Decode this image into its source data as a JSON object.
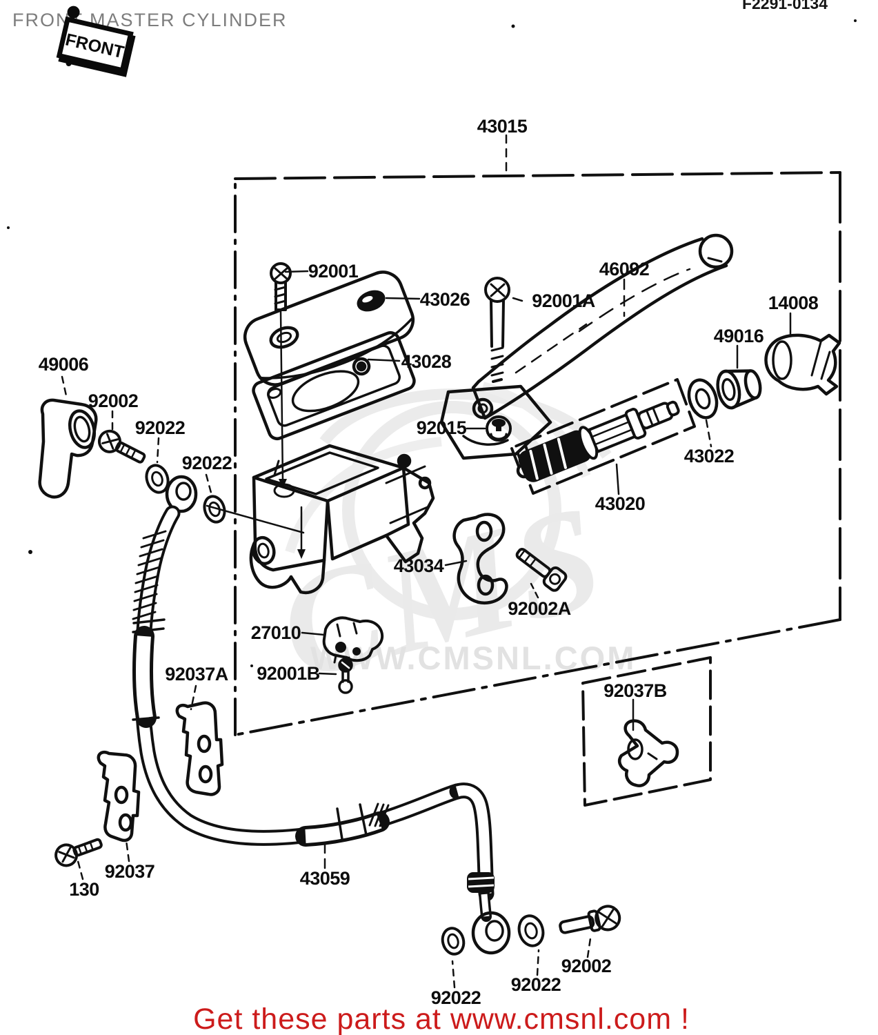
{
  "page": {
    "title": "FRONT MASTER CYLINDER",
    "doc_code": "F2291-0134",
    "front_stamp": "FRONT"
  },
  "watermark": {
    "text": "WWW.CMSNL.COM",
    "logo_initials": "CMS",
    "color": "#e4e4e4"
  },
  "footer": {
    "text": "Get these parts at www.cmsnl.com !",
    "color": "#cc1b1b"
  },
  "colors": {
    "line": "#101010",
    "title_gray": "#7d7d7d",
    "background": "#ffffff"
  },
  "labels": [
    {
      "text": "43015"
    },
    {
      "text": "92001"
    },
    {
      "text": "43026"
    },
    {
      "text": "92001A"
    },
    {
      "text": "43028"
    },
    {
      "text": "46092"
    },
    {
      "text": "14008"
    },
    {
      "text": "49016"
    },
    {
      "text": "92015"
    },
    {
      "text": "43022"
    },
    {
      "text": "43020"
    },
    {
      "text": "49006"
    },
    {
      "text": "92002"
    },
    {
      "text": "92022"
    },
    {
      "text": "92022"
    },
    {
      "text": "43034"
    },
    {
      "text": "92002A"
    },
    {
      "text": "27010"
    },
    {
      "text": "92001B"
    },
    {
      "text": "92037A"
    },
    {
      "text": "92037B"
    },
    {
      "text": "92037"
    },
    {
      "text": "130"
    },
    {
      "text": "43059"
    },
    {
      "text": "92022"
    },
    {
      "text": "92022"
    },
    {
      "text": "92002"
    }
  ]
}
